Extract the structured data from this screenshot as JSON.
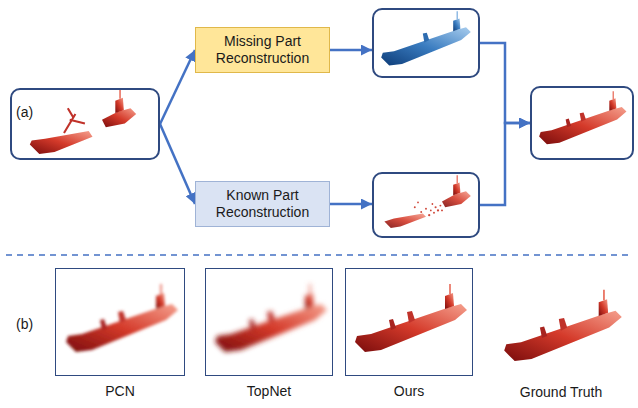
{
  "diagram": {
    "nodes": [
      {
        "text": []
      },
      {
        "text": [
          "Missing Part Reconstruction"
        ]
      },
      {
        "text": [
          "Known Part Reconstruction"
        ]
      },
      {
        "text": []
      },
      {
        "text": []
      },
      {
        "text": []
      },
      {
        "text": [
          "PCN"
        ]
      },
      {
        "text": [
          "TopNet"
        ]
      },
      {
        "text": [
          "Ours"
        ]
      }
    ],
    "edges": [
      {
        "from": 0,
        "to": 1,
        "arrow": "to"
      },
      {
        "from": 0,
        "to": 2,
        "arrow": "to"
      },
      {
        "from": 1,
        "to": 3,
        "arrow": "to"
      },
      {
        "from": 2,
        "to": 4,
        "arrow": "to"
      },
      {
        "from": 3,
        "to": 5,
        "arrow": "to"
      },
      {
        "from": 4,
        "to": 5,
        "arrow": "to"
      }
    ],
    "labels": [
      "(a)",
      "(b)",
      "Ground Truth"
    ]
  }
}
